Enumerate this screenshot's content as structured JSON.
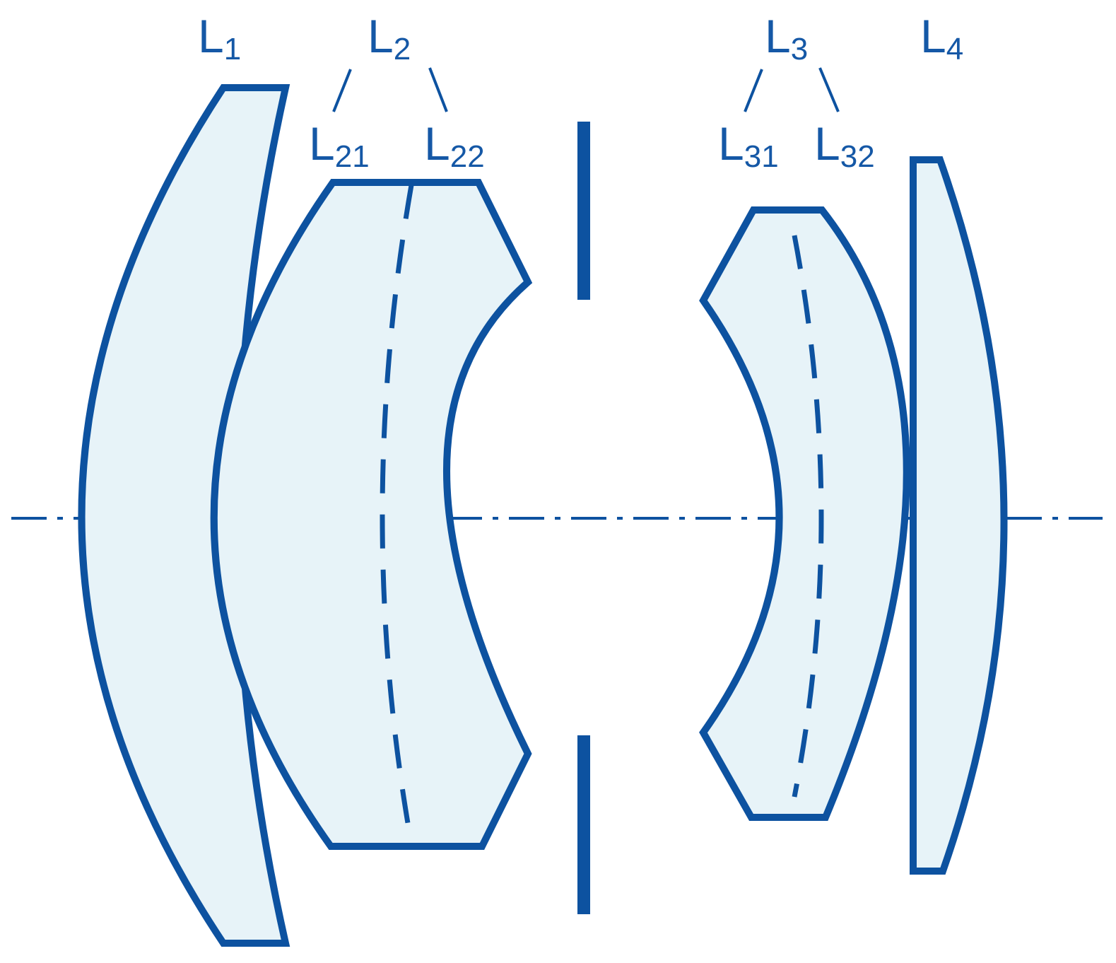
{
  "colors": {
    "stroke": "#0d52a0",
    "fill": "#e7f3f8",
    "text": "#1558a6"
  },
  "labels": {
    "L1": {
      "main": "L",
      "sub": "1"
    },
    "L2": {
      "main": "L",
      "sub": "2"
    },
    "L21": {
      "main": "L",
      "sub": "21"
    },
    "L22": {
      "main": "L",
      "sub": "22"
    },
    "L3": {
      "main": "L",
      "sub": "3"
    },
    "L31": {
      "main": "L",
      "sub": "31"
    },
    "L32": {
      "main": "L",
      "sub": "32"
    },
    "L4": {
      "main": "L",
      "sub": "4"
    }
  }
}
